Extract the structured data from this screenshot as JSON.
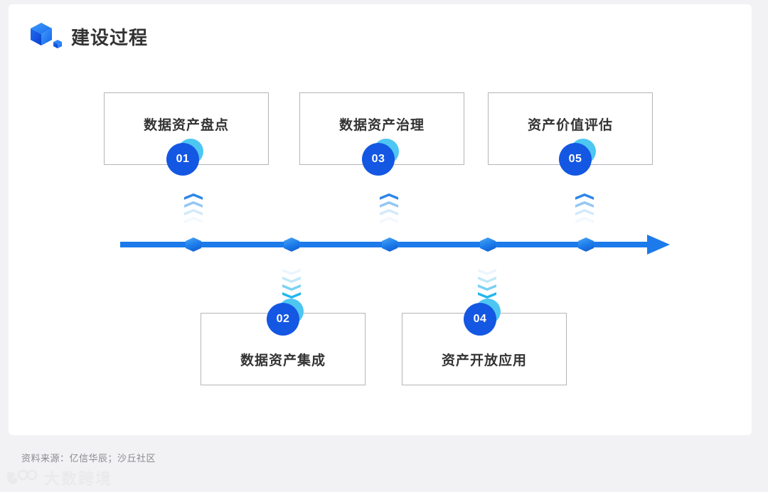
{
  "header": {
    "title": "建设过程",
    "logo_icon": "cube-icon"
  },
  "colors": {
    "primary_blue": "#1457e3",
    "axis_blue": "#1c7aea",
    "accent_cyan": "#4ec6f2",
    "box_border": "#b5b5ba",
    "text_dark": "#333333",
    "page_background": "#f2f2f4",
    "card_background": "#ffffff"
  },
  "timeline": {
    "direction": "left-to-right",
    "node_count": 5,
    "arrowhead": "right-arrow-icon"
  },
  "stages": [
    {
      "number": "01",
      "label": "数据资产盘点",
      "position": "top"
    },
    {
      "number": "02",
      "label": "数据资产集成",
      "position": "bottom"
    },
    {
      "number": "03",
      "label": "数据资产治理",
      "position": "top"
    },
    {
      "number": "04",
      "label": "资产开放应用",
      "position": "bottom"
    },
    {
      "number": "05",
      "label": "资产价值评估",
      "position": "top"
    }
  ],
  "footer": {
    "source_note": "资料来源：亿信华辰；沙丘社区",
    "watermark_text": "大数跨境",
    "watermark_icon": "watermark-logo-icon"
  }
}
